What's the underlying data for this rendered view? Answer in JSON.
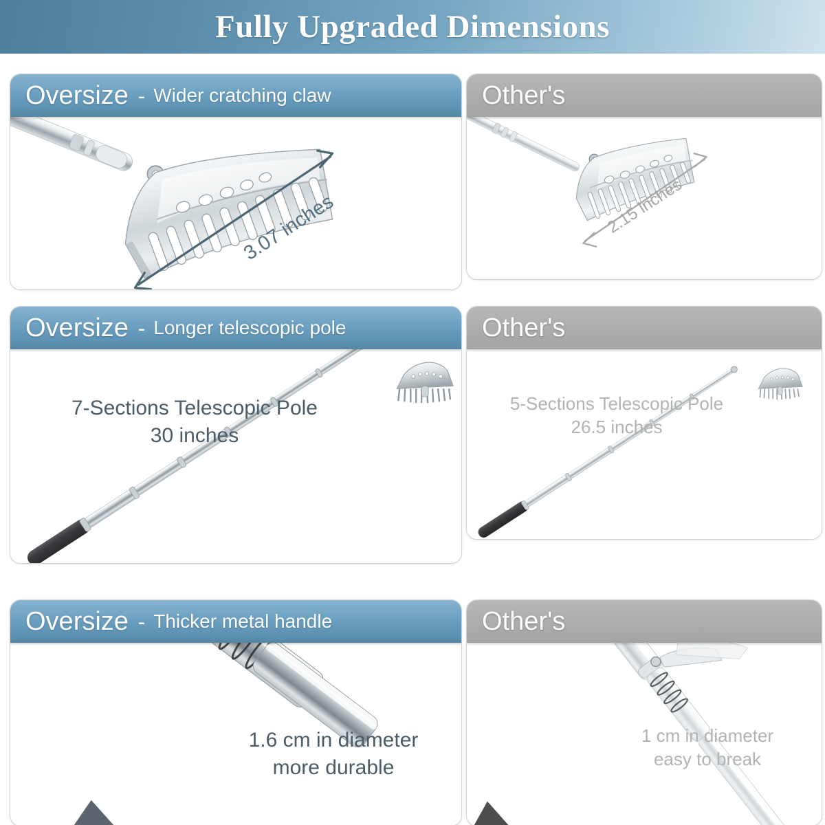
{
  "banner": {
    "title": "Fully Upgraded Dimensions"
  },
  "labels": {
    "oversize": "Oversize",
    "dash": "-",
    "others": "Other's"
  },
  "comparisons": [
    {
      "id": "scratching-claw",
      "ours": {
        "header_strong": "Oversize",
        "header_dash": "-",
        "header_sub": "Wider cratching claw",
        "dimension": "3.07 inches"
      },
      "theirs": {
        "header": "Other's",
        "dimension": "2.15 inches"
      }
    },
    {
      "id": "telescopic-pole",
      "ours": {
        "header_strong": "Oversize",
        "header_dash": "-",
        "header_sub": "Longer telescopic pole",
        "caption_line1": "7-Sections Telescopic Pole",
        "caption_line2": "30 inches"
      },
      "theirs": {
        "header": "Other's",
        "caption_line1": "5-Sections Telescopic Pole",
        "caption_line2": "26.5 inches"
      }
    },
    {
      "id": "metal-handle",
      "ours": {
        "header_strong": "Oversize",
        "header_dash": "-",
        "header_sub": "Thicker metal handle",
        "caption_line1": "1.6 cm in diameter",
        "caption_line2": "more durable"
      },
      "theirs": {
        "header": "Other's",
        "caption_line1": "1 cm in diameter",
        "caption_line2": "easy to break"
      }
    }
  ],
  "colors": {
    "banner_blue_dark": "#4d7e9c",
    "banner_blue_light": "#cfe3ee",
    "header_blue": "#6fa2c2",
    "header_gray": "#aeaeac",
    "text_dark": "#4b5c66",
    "text_gray": "#b3b3b3",
    "card_border": "#cfd3d6",
    "metal_light": "#f2f4f5",
    "metal_mid": "#c4cacd",
    "metal_dark": "#8d979c",
    "grip_black": "#3a3a3c"
  },
  "icons": {
    "arrow_double": "double-headed-arrow",
    "claw_head": "scratcher-claw-head",
    "pole": "telescopic-pole"
  }
}
